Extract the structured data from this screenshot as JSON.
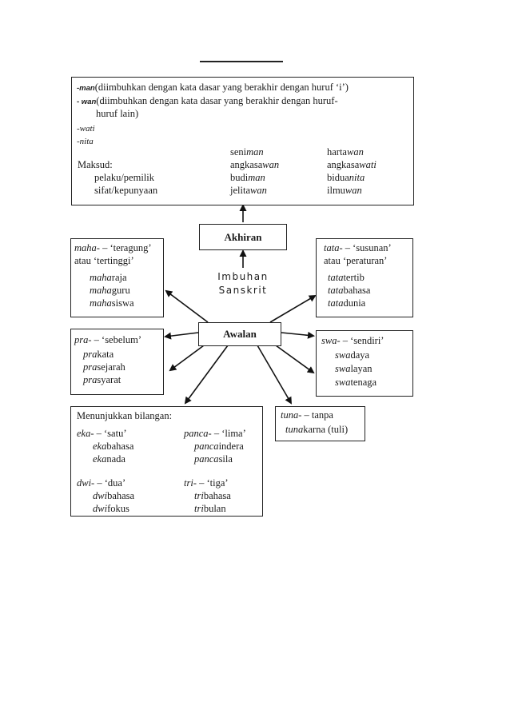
{
  "top_box": {
    "man_marker": "-man",
    "man_desc": "(diimbuhkan dengan kata dasar yang berakhir dengan huruf ‘i’)",
    "wan_marker": "- wan",
    "wan_desc": "(diimbuhkan dengan kata dasar yang berakhir dengan huruf-",
    "wan_desc2": "huruf lain)",
    "wati": "-wati",
    "nita": "-nita",
    "maksud_label": "Maksud:",
    "maksud_items": [
      "pelaku/pemilik",
      "sifat/kepunyaan"
    ],
    "col1": [
      {
        "base": "seni",
        "suffix": "man"
      },
      {
        "base": "angkasa",
        "suffix": "wan"
      },
      {
        "base": "budi",
        "suffix": "man"
      },
      {
        "base": "jelita",
        "suffix": "wan"
      }
    ],
    "col2": [
      {
        "base": "harta",
        "suffix": "wan"
      },
      {
        "base": "angkasa",
        "suffix": "wati"
      },
      {
        "base": "bidua",
        "suffix": "nita"
      },
      {
        "base": "ilmu",
        "suffix": "wan"
      }
    ]
  },
  "akhiran_label": "Akhiran",
  "awalan_label": "Awalan",
  "hub_label": {
    "line1": "Imbuhan",
    "line2": "Sanskrit"
  },
  "maha_box": {
    "prefix": "maha-",
    "meaning": " – ‘teragung’",
    "meaning2": "atau ‘tertinggi’",
    "examples": [
      {
        "prefix": "maha",
        "rest": "raja"
      },
      {
        "prefix": "maha",
        "rest": "guru"
      },
      {
        "prefix": "maha",
        "rest": "siswa"
      }
    ]
  },
  "tata_box": {
    "prefix": "tata-",
    "meaning": " – ‘susunan’",
    "meaning2": "atau ‘peraturan’",
    "examples": [
      {
        "prefix": "tata",
        "rest": "tertib"
      },
      {
        "prefix": "tata",
        "rest": "bahasa"
      },
      {
        "prefix": "tata",
        "rest": "dunia"
      }
    ]
  },
  "pra_box": {
    "prefix": "pra-",
    "meaning": " – ‘sebelum’",
    "examples": [
      {
        "prefix": "pra",
        "rest": "kata"
      },
      {
        "prefix": "pra",
        "rest": "sejarah"
      },
      {
        "prefix": "pra",
        "rest": "syarat"
      }
    ]
  },
  "swa_box": {
    "prefix": "swa-",
    "meaning": " – ‘sendiri’",
    "examples": [
      {
        "prefix": "swa",
        "rest": "daya"
      },
      {
        "prefix": "swa",
        "rest": "layan"
      },
      {
        "prefix": "swa",
        "rest": "tenaga"
      }
    ]
  },
  "tuna_box": {
    "prefix": "tuna-",
    "meaning": " – tanpa",
    "ex_prefix": "tuna",
    "ex_rest": "karna (tuli)"
  },
  "bilangan_box": {
    "title": "Menunjukkan bilangan:",
    "eka": {
      "prefix": "eka-",
      "meaning": " – ‘satu’",
      "examples": [
        {
          "prefix": "eka",
          "rest": "bahasa"
        },
        {
          "prefix": "eka",
          "rest": "nada"
        }
      ]
    },
    "panca": {
      "prefix": "panca-",
      "meaning": " – ‘lima’",
      "examples": [
        {
          "prefix": "panca",
          "rest": "indera"
        },
        {
          "prefix": "panca",
          "rest": "sila"
        }
      ]
    },
    "dwi": {
      "prefix": "dwi-",
      "meaning": " – ‘dua’",
      "examples": [
        {
          "prefix": "dwi",
          "rest": "bahasa"
        },
        {
          "prefix": "dwi",
          "rest": "fokus"
        }
      ]
    },
    "tri": {
      "prefix": "tri-",
      "meaning": " – ‘tiga’",
      "examples": [
        {
          "prefix": "tri",
          "rest": "bahasa"
        },
        {
          "prefix": "tri",
          "rest": "bulan"
        }
      ]
    }
  },
  "colors": {
    "ink": "#1a1a1a",
    "background": "#ffffff"
  }
}
